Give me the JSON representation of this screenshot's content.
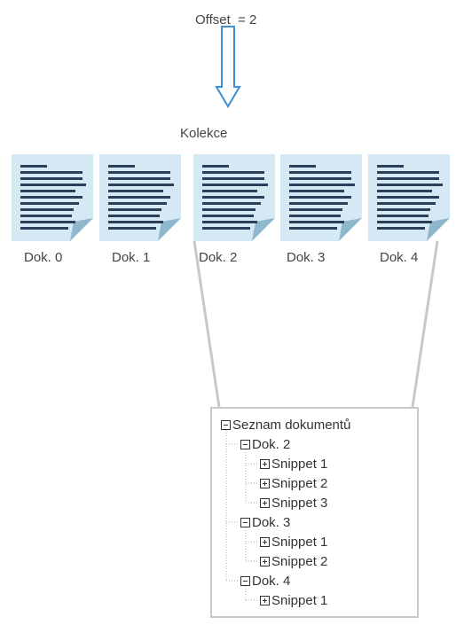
{
  "offset": {
    "label": "Offset  = 2"
  },
  "collection": {
    "label": "Kolekce"
  },
  "documents": [
    {
      "label": "Dok. 0"
    },
    {
      "label": "Dok. 1"
    },
    {
      "label": "Dok. 2"
    },
    {
      "label": "Dok. 3"
    },
    {
      "label": "Dok. 4"
    }
  ],
  "tree": {
    "root": "Seznam dokumentů",
    "docs": [
      {
        "label": "Dok. 2",
        "snippets": [
          "Snippet 1",
          "Snippet 2",
          "Snippet 3"
        ]
      },
      {
        "label": "Dok. 3",
        "snippets": [
          "Snippet 1",
          "Snippet 2"
        ]
      },
      {
        "label": "Dok. 4",
        "snippets": [
          "Snippet 1"
        ]
      }
    ]
  },
  "colors": {
    "doc_bg": "#d4e9f3",
    "doc_lines": "#2b3f5a",
    "doc_fold": "#8fb8cc",
    "arrow": "#3a8fd6",
    "connector": "#c8c8c8"
  }
}
